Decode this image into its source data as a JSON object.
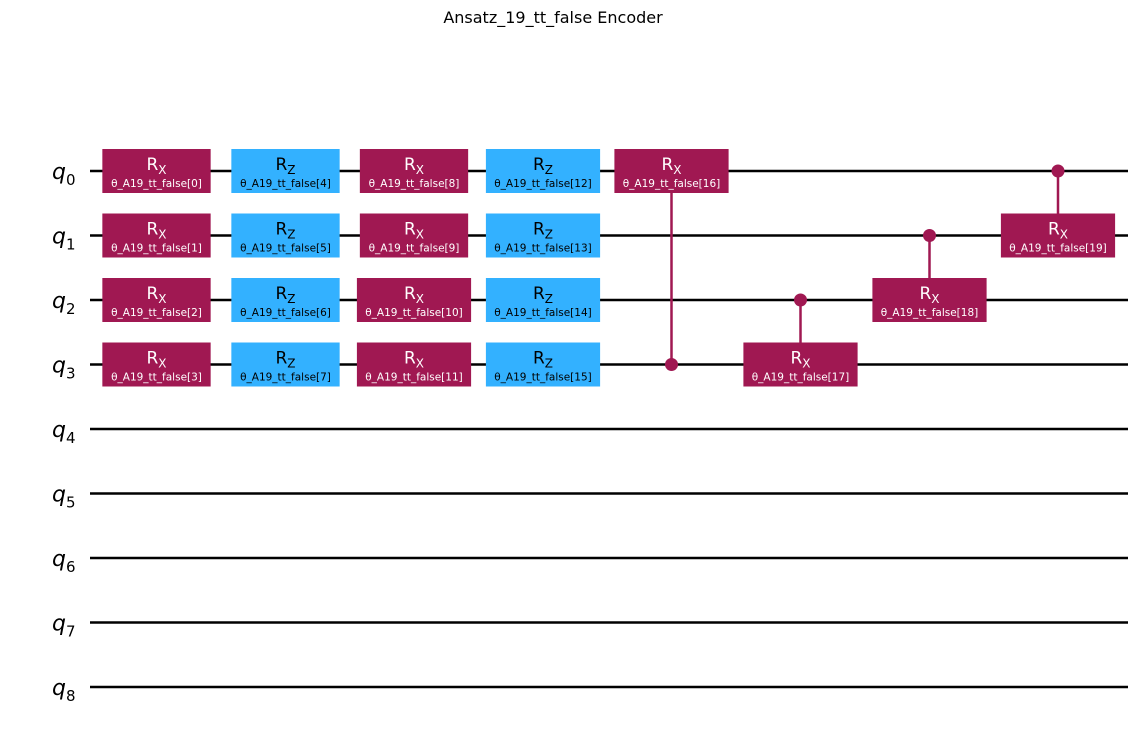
{
  "title": "Ansatz_19_tt_false Encoder",
  "colors": {
    "rx": "#a01852",
    "rz": "#33b1ff",
    "wire": "#000000",
    "text_dark": "#000000",
    "text_light": "#ffffff"
  },
  "qubits": [
    {
      "label": "q",
      "index": "0"
    },
    {
      "label": "q",
      "index": "1"
    },
    {
      "label": "q",
      "index": "2"
    },
    {
      "label": "q",
      "index": "3"
    },
    {
      "label": "q",
      "index": "4"
    },
    {
      "label": "q",
      "index": "5"
    },
    {
      "label": "q",
      "index": "6"
    },
    {
      "label": "q",
      "index": "7"
    },
    {
      "label": "q",
      "index": "8"
    }
  ],
  "gates": [
    {
      "type": "RX",
      "name": "R",
      "sub": "X",
      "param": "θ_A19_tt_false[0]",
      "target": 0,
      "column": 0
    },
    {
      "type": "RX",
      "name": "R",
      "sub": "X",
      "param": "θ_A19_tt_false[1]",
      "target": 1,
      "column": 0
    },
    {
      "type": "RX",
      "name": "R",
      "sub": "X",
      "param": "θ_A19_tt_false[2]",
      "target": 2,
      "column": 0
    },
    {
      "type": "RX",
      "name": "R",
      "sub": "X",
      "param": "θ_A19_tt_false[3]",
      "target": 3,
      "column": 0
    },
    {
      "type": "RZ",
      "name": "R",
      "sub": "Z",
      "param": "θ_A19_tt_false[4]",
      "target": 0,
      "column": 1
    },
    {
      "type": "RZ",
      "name": "R",
      "sub": "Z",
      "param": "θ_A19_tt_false[5]",
      "target": 1,
      "column": 1
    },
    {
      "type": "RZ",
      "name": "R",
      "sub": "Z",
      "param": "θ_A19_tt_false[6]",
      "target": 2,
      "column": 1
    },
    {
      "type": "RZ",
      "name": "R",
      "sub": "Z",
      "param": "θ_A19_tt_false[7]",
      "target": 3,
      "column": 1
    },
    {
      "type": "RX",
      "name": "R",
      "sub": "X",
      "param": "θ_A19_tt_false[8]",
      "target": 0,
      "column": 2
    },
    {
      "type": "RX",
      "name": "R",
      "sub": "X",
      "param": "θ_A19_tt_false[9]",
      "target": 1,
      "column": 2
    },
    {
      "type": "RX",
      "name": "R",
      "sub": "X",
      "param": "θ_A19_tt_false[10]",
      "target": 2,
      "column": 2
    },
    {
      "type": "RX",
      "name": "R",
      "sub": "X",
      "param": "θ_A19_tt_false[11]",
      "target": 3,
      "column": 2
    },
    {
      "type": "RZ",
      "name": "R",
      "sub": "Z",
      "param": "θ_A19_tt_false[12]",
      "target": 0,
      "column": 3
    },
    {
      "type": "RZ",
      "name": "R",
      "sub": "Z",
      "param": "θ_A19_tt_false[13]",
      "target": 1,
      "column": 3
    },
    {
      "type": "RZ",
      "name": "R",
      "sub": "Z",
      "param": "θ_A19_tt_false[14]",
      "target": 2,
      "column": 3
    },
    {
      "type": "RZ",
      "name": "R",
      "sub": "Z",
      "param": "θ_A19_tt_false[15]",
      "target": 3,
      "column": 3
    },
    {
      "type": "CRX",
      "name": "R",
      "sub": "X",
      "param": "θ_A19_tt_false[16]",
      "target": 0,
      "control": 3,
      "column": 4
    },
    {
      "type": "CRX",
      "name": "R",
      "sub": "X",
      "param": "θ_A19_tt_false[17]",
      "target": 3,
      "control": 2,
      "column": 5
    },
    {
      "type": "CRX",
      "name": "R",
      "sub": "X",
      "param": "θ_A19_tt_false[18]",
      "target": 2,
      "control": 1,
      "column": 6
    },
    {
      "type": "CRX",
      "name": "R",
      "sub": "X",
      "param": "θ_A19_tt_false[19]",
      "target": 1,
      "control": 0,
      "column": 7
    }
  ]
}
